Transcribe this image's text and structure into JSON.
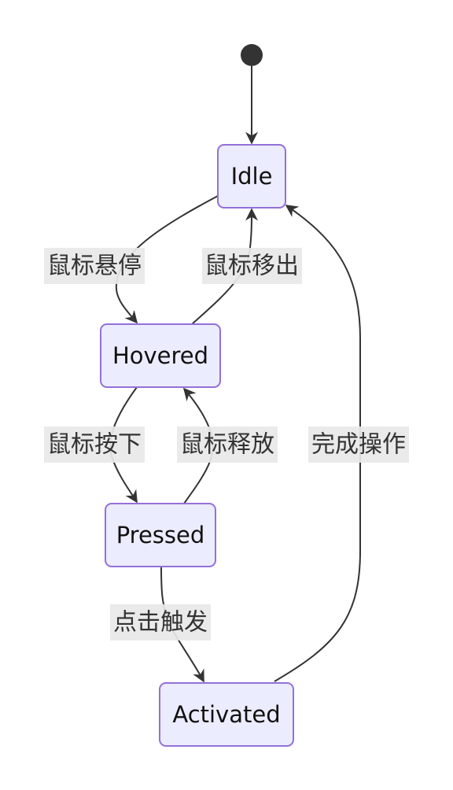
{
  "diagram": {
    "type": "state-diagram",
    "states": {
      "idle": "Idle",
      "hovered": "Hovered",
      "pressed": "Pressed",
      "activated": "Activated"
    },
    "transitions": {
      "idle_to_hovered": "鼠标悬停",
      "hovered_to_idle": "鼠标移出",
      "hovered_to_pressed": "鼠标按下",
      "pressed_to_hovered": "鼠标释放",
      "activated_to_idle": "完成操作",
      "pressed_to_activated": "点击触发"
    },
    "colors": {
      "node_fill": "#ECECFF",
      "node_stroke": "#9370DB",
      "edge": "#333333",
      "label_background": "#e8e8e8",
      "start_marker": "#333333"
    }
  }
}
